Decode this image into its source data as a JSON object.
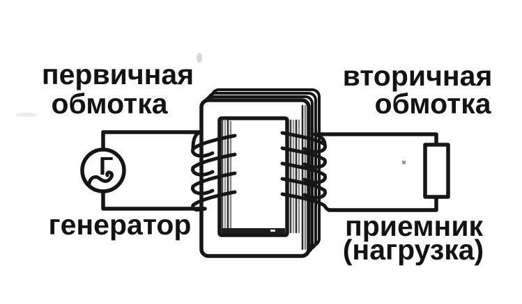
{
  "figure": {
    "type": "transformer-schematic",
    "background_color": "#ffffff",
    "ink_color": "#161616"
  },
  "labels": {
    "primary_winding": {
      "line1": "первичная",
      "line2": "обмотка"
    },
    "secondary_winding": {
      "line1": "вторичная",
      "line2": "обмотка"
    },
    "generator": "генератор",
    "load": {
      "line1": "приемник",
      "line2": "(нагрузка)"
    }
  },
  "generator": {
    "symbol": "Г",
    "wave_icon": "ac-sine-tilde"
  },
  "components": {
    "core": "laminated-iron-core",
    "primary_turns": 4,
    "secondary_turns": 5,
    "load_symbol": "resistor-rectangle"
  }
}
